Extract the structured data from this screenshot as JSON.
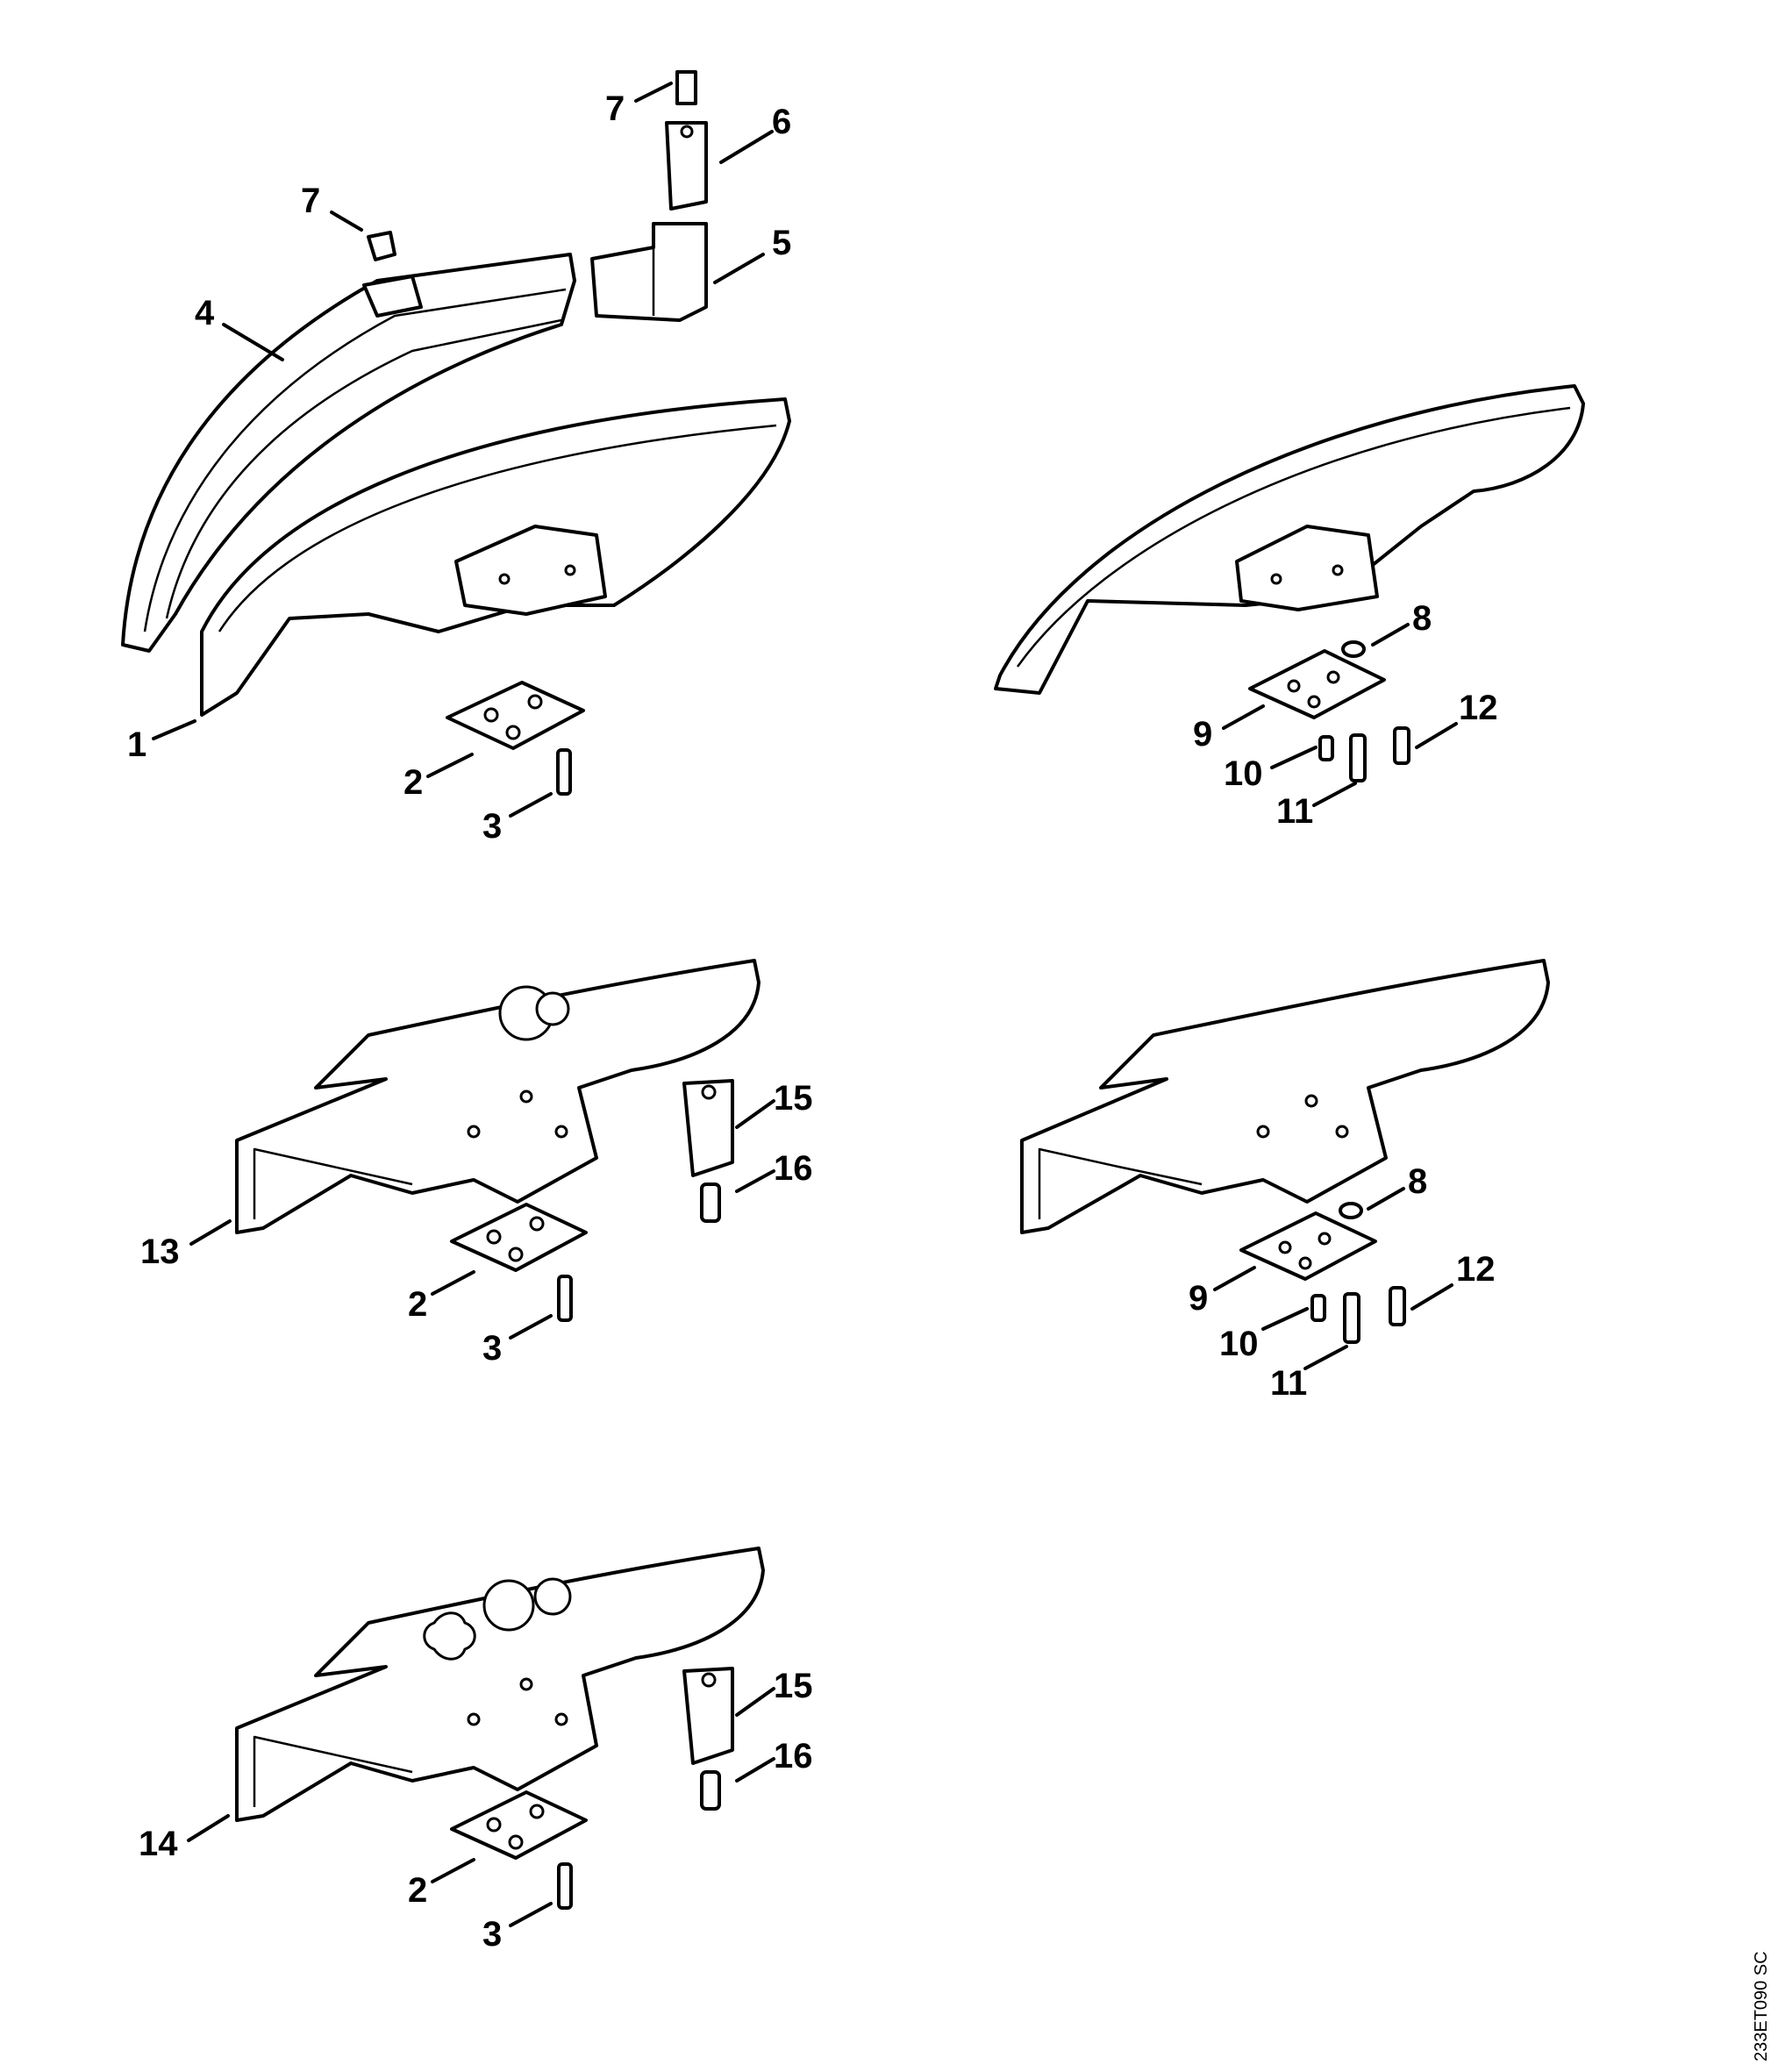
{
  "callouts": {
    "g1_1": "1",
    "g1_2": "2",
    "g1_3": "3",
    "g1_4": "4",
    "g1_5": "5",
    "g1_6": "6",
    "g1_7a": "7",
    "g1_7b": "7",
    "g2_8": "8",
    "g2_9": "9",
    "g2_10": "10",
    "g2_11": "11",
    "g2_12": "12",
    "g3_13": "13",
    "g3_15": "15",
    "g3_16": "16",
    "g3_2": "2",
    "g3_3": "3",
    "g4_8": "8",
    "g4_9": "9",
    "g4_10": "10",
    "g4_11": "11",
    "g4_12": "12",
    "g5_14": "14",
    "g5_15": "15",
    "g5_16": "16",
    "g5_2": "2",
    "g5_3": "3"
  },
  "drawing_code": "233ET090 SC"
}
